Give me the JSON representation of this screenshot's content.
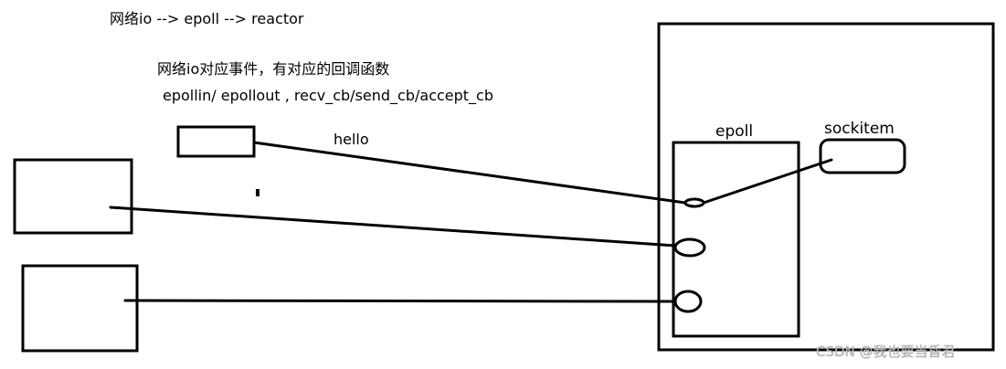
{
  "texts": {
    "title": "网络io --> epoll --> reactor",
    "note_line1": "网络io对应事件，有对应的回调函数",
    "note_line2": "epollin/ epollout , recv_cb/send_cb/accept_cb",
    "hello_label": "hello",
    "epoll_label": "epoll",
    "sockitem_label": "sockitem",
    "watermark": "CSDN @我也要当昏君"
  },
  "colors": {
    "stroke": "#000000",
    "background": "#ffffff",
    "watermark": "#b8b8b8"
  }
}
